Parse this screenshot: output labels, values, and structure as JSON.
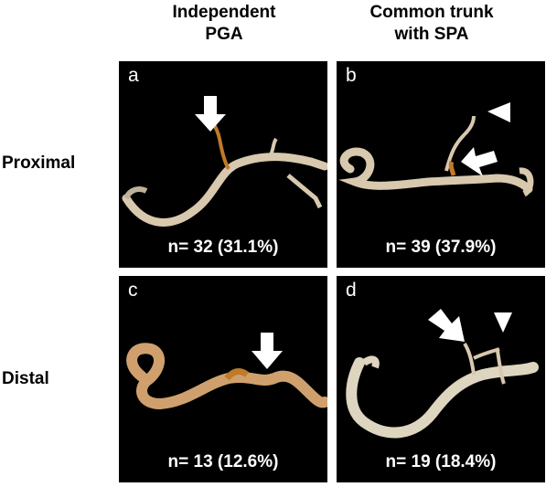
{
  "columns": [
    {
      "line1": "Independent",
      "line2": "PGA"
    },
    {
      "line1": "Common trunk",
      "line2": "with SPA"
    }
  ],
  "rows": [
    "Proximal",
    "Distal"
  ],
  "panels": [
    {
      "letter": "a",
      "count": "n= 32 (31.1%)"
    },
    {
      "letter": "b",
      "count": "n= 39 (37.9%)"
    },
    {
      "letter": "c",
      "count": "n= 13 (12.6%)"
    },
    {
      "letter": "d",
      "count": "n= 19 (18.4%)"
    }
  ],
  "colors": {
    "panel_background": "#000000",
    "vessel": "#d8c8ae",
    "highlight_vessel": "#c07a2a",
    "marker": "#ffffff"
  },
  "markers": {
    "a": [
      "arrow-down"
    ],
    "b": [
      "arrow-left",
      "arrowhead-left"
    ],
    "c": [
      "arrow-down"
    ],
    "d": [
      "arrow-down-right",
      "arrowhead-down"
    ]
  }
}
